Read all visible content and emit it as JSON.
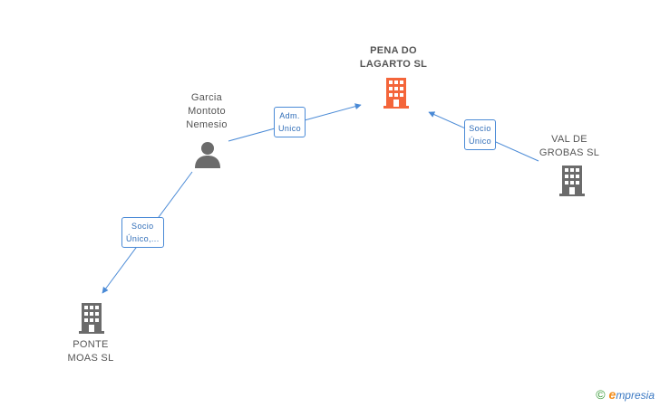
{
  "nodes": {
    "pena": {
      "label": "PENA DO\nLAGARTO SL",
      "type": "company",
      "highlight": true
    },
    "garcia": {
      "label": "Garcia\nMontoto\nNemesio",
      "type": "person"
    },
    "val": {
      "label": "VAL DE\nGROBAS  SL",
      "type": "company"
    },
    "ponte": {
      "label": "PONTE\nMOAS SL",
      "type": "company"
    }
  },
  "edges": {
    "adm": {
      "label": "Adm.\nUnico"
    },
    "socio_val": {
      "label": "Socio\nÚnico"
    },
    "socio_ponte": {
      "label": "Socio\nÚnico,..."
    }
  },
  "colors": {
    "highlight_company": "#f4653a",
    "company": "#6b6b6b",
    "person": "#6b6b6b",
    "edge": "#4a8ad6"
  },
  "brand": {
    "copyright": "©",
    "e": "e",
    "name": "mpresia"
  }
}
